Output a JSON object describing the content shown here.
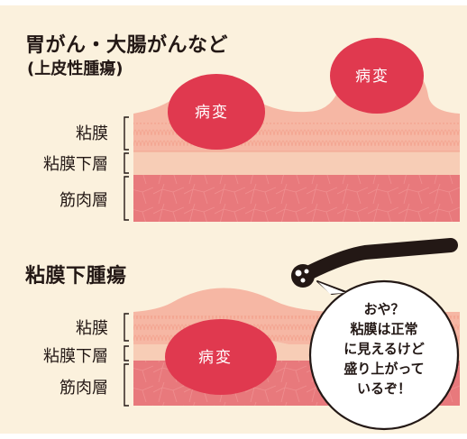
{
  "top_section": {
    "title": "胃がん・大腸がんなど",
    "subtitle": "(上皮性腫瘍)",
    "lesion_labels": [
      "病変",
      "病変"
    ],
    "layer_labels": [
      "粘膜",
      "粘膜下層",
      "筋肉層"
    ]
  },
  "bottom_section": {
    "title": "粘膜下腫瘍",
    "lesion_label": "病変",
    "layer_labels": [
      "粘膜",
      "粘膜下層",
      "筋肉層"
    ]
  },
  "speech_bubble": {
    "lines": [
      "おや？",
      "粘膜は正常",
      "に見えるけど",
      "盛り上がって",
      "いるぞ！"
    ]
  },
  "colors": {
    "background": "#fbf1dd",
    "mucosa": "#f6b7a4",
    "submucosa": "#f7cdb6",
    "muscle": "#e8797c",
    "lesion": "#e0394f",
    "scope": "#231815"
  },
  "icons": {
    "endoscope": "endoscope-icon"
  }
}
